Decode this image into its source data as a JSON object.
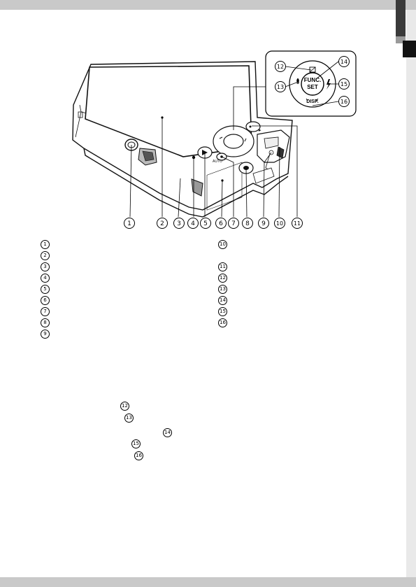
{
  "callouts": [
    {
      "num": "1"
    },
    {
      "num": "2"
    },
    {
      "num": "3"
    },
    {
      "num": "4"
    },
    {
      "num": "5"
    },
    {
      "num": "6"
    },
    {
      "num": "7"
    },
    {
      "num": "8"
    },
    {
      "num": "9"
    },
    {
      "num": "10"
    },
    {
      "num": "11"
    },
    {
      "num": "12"
    },
    {
      "num": "13"
    },
    {
      "num": "14"
    },
    {
      "num": "15"
    },
    {
      "num": "16"
    }
  ],
  "dial_labels": {
    "func": "FUNC.",
    "set": "SET",
    "disp": "DISP."
  },
  "legend_left": [
    "1",
    "2",
    "3",
    "4",
    "5",
    "6",
    "7",
    "8",
    "9"
  ],
  "legend_right": [
    "10",
    "11",
    "12",
    "13",
    "14",
    "15",
    "16"
  ],
  "bottom_refs": [
    "12",
    "13",
    "14",
    "15",
    "16"
  ]
}
